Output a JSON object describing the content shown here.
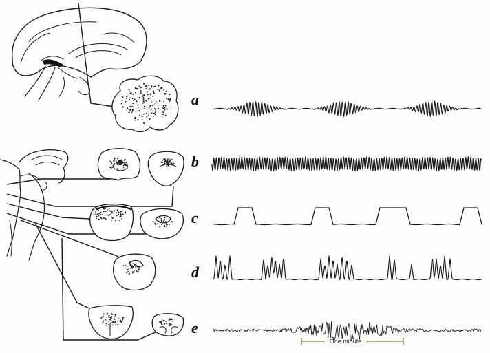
{
  "traces": [
    {
      "label": "a"
    },
    {
      "label": "b"
    },
    {
      "label": "c"
    },
    {
      "label": "d"
    },
    {
      "label": "e"
    }
  ],
  "scale_bar": {
    "label": "One minute",
    "color": "#6a8a2a"
  },
  "colors": {
    "ink": "#1a1a1a",
    "background": "#fdfdfb",
    "bottom_wire": "#5a2a6a"
  }
}
